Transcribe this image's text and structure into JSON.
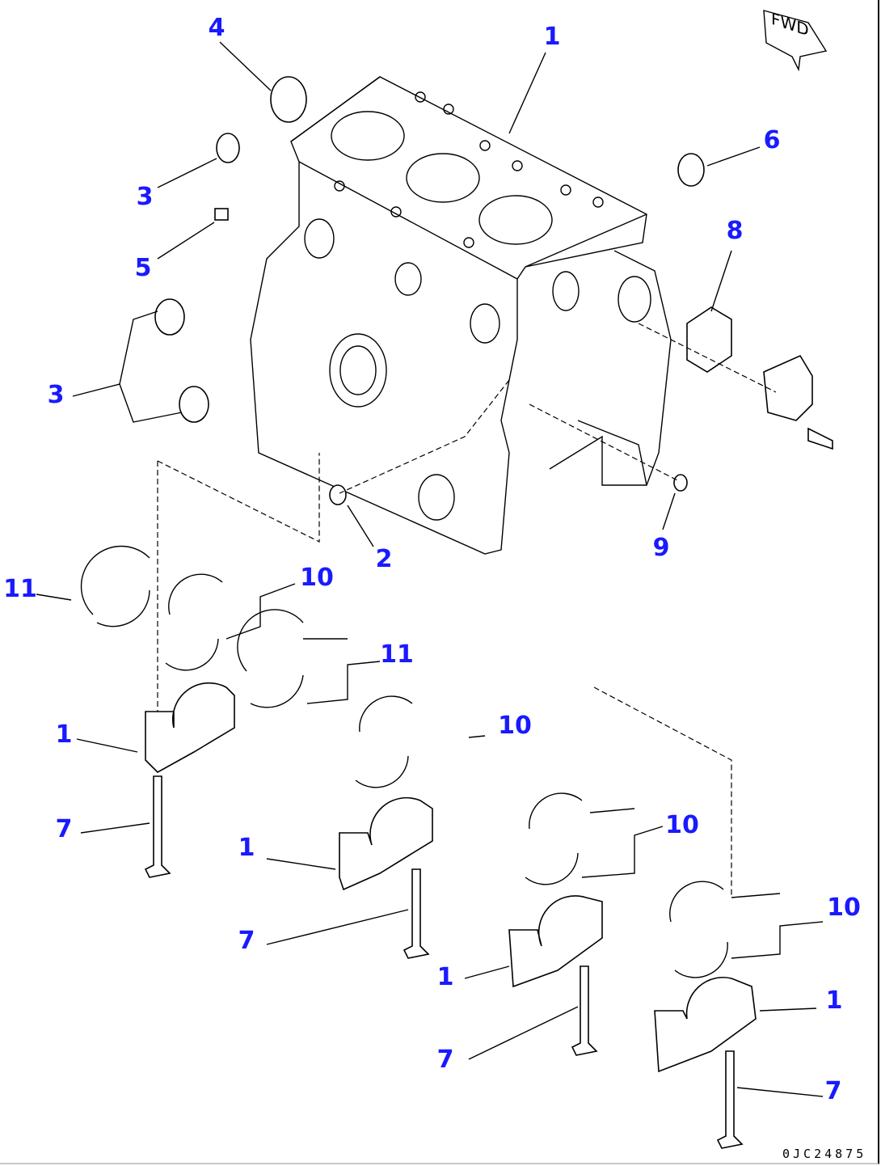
{
  "diagram": {
    "title": "Cylinder block exploded parts view",
    "label_color": "#1a1aff",
    "line_color": "#000000",
    "orientation_mark": "FWD",
    "catalog_code": "0JC24875",
    "callouts": [
      {
        "id": "c1a",
        "text": "1"
      },
      {
        "id": "c4",
        "text": "4"
      },
      {
        "id": "c3a",
        "text": "3"
      },
      {
        "id": "c6",
        "text": "6"
      },
      {
        "id": "c5",
        "text": "5"
      },
      {
        "id": "c8",
        "text": "8"
      },
      {
        "id": "c3b",
        "text": "3"
      },
      {
        "id": "c2",
        "text": "2"
      },
      {
        "id": "c9",
        "text": "9"
      },
      {
        "id": "c11a",
        "text": "11"
      },
      {
        "id": "c10a",
        "text": "10"
      },
      {
        "id": "c11b",
        "text": "11"
      },
      {
        "id": "c1b",
        "text": "1"
      },
      {
        "id": "c10b",
        "text": "10"
      },
      {
        "id": "c7a",
        "text": "7"
      },
      {
        "id": "c1c",
        "text": "1"
      },
      {
        "id": "c10c",
        "text": "10"
      },
      {
        "id": "c7b",
        "text": "7"
      },
      {
        "id": "c10d",
        "text": "10"
      },
      {
        "id": "c1d",
        "text": "1"
      },
      {
        "id": "c1e",
        "text": "1"
      },
      {
        "id": "c7c",
        "text": "7"
      },
      {
        "id": "c7d",
        "text": "7"
      }
    ]
  }
}
